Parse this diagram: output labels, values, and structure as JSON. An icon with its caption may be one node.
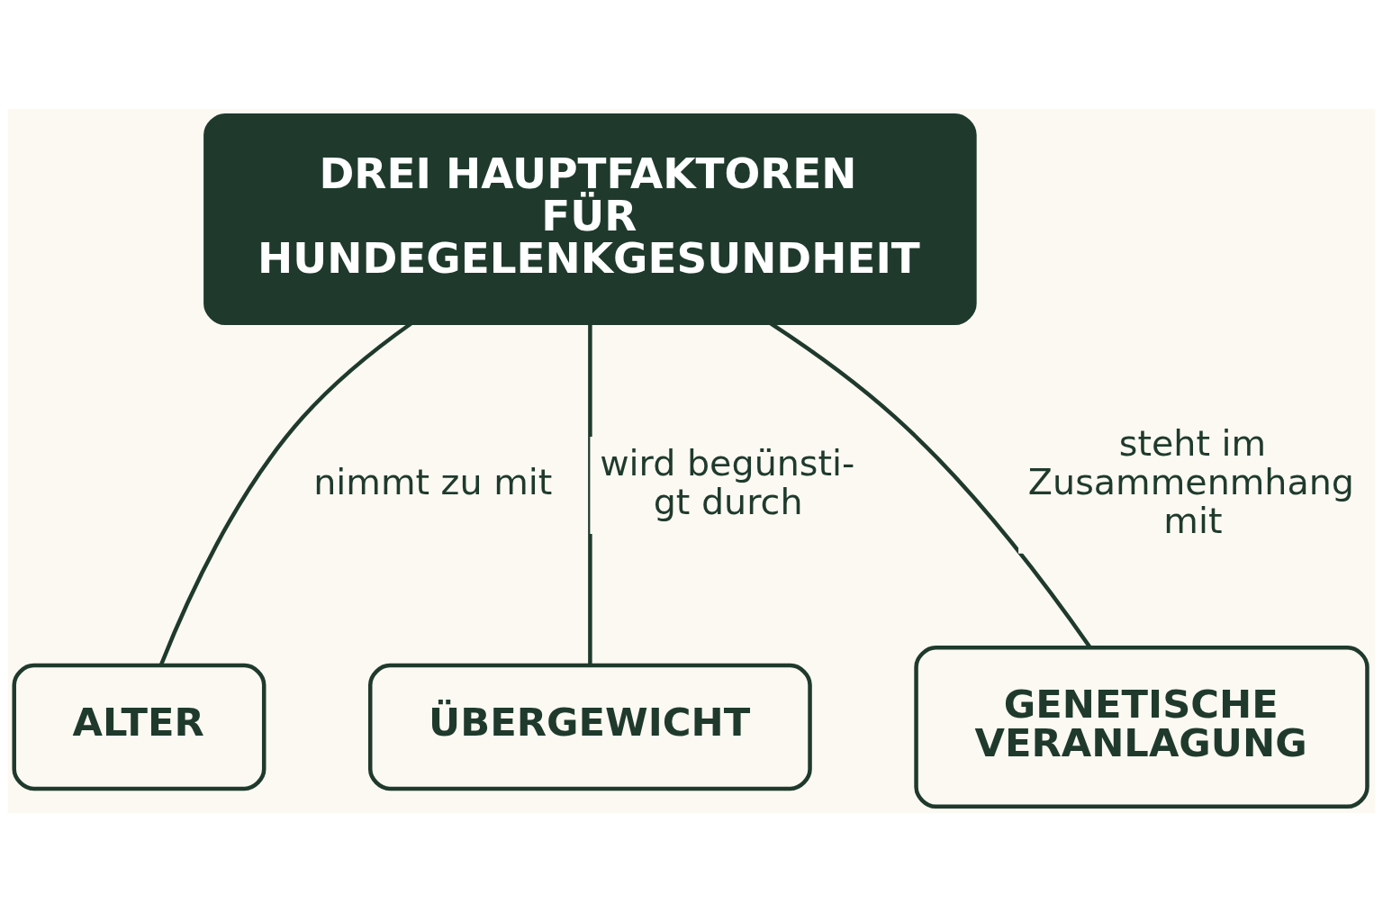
{
  "diagram": {
    "nodes": [
      {
        "text": [
          "DREI HAUPTFAKTOREN FÜR HUNDEGELENKGESUNDHEIT"
        ]
      },
      {
        "text": [
          "ALTER"
        ]
      },
      {
        "text": [
          "ÜBERGEWICHT"
        ]
      },
      {
        "text": [
          "GENETISCHE VERANLAGUNG"
        ]
      }
    ],
    "edges": [
      {
        "from": 0,
        "to": 1,
        "arrow": "none",
        "label": "nimmt zu mit"
      },
      {
        "from": 0,
        "to": 2,
        "arrow": "none",
        "label": "wird begünsti- gt durch"
      },
      {
        "from": 0,
        "to": 3,
        "arrow": "none",
        "label": "steht im Zusammenmhang mit"
      }
    ]
  }
}
